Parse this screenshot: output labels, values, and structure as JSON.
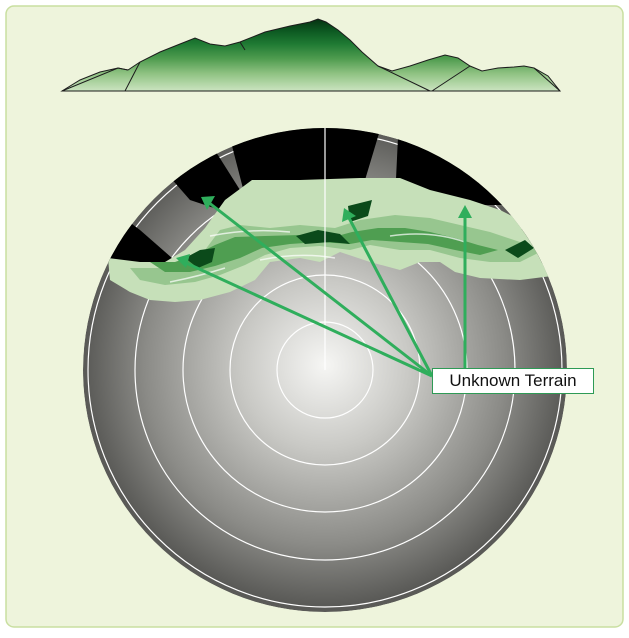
{
  "callout": {
    "label": "Unknown Terrain"
  },
  "colors": {
    "panel_background": "#eef4dc",
    "panel_border": "#c9dfa0",
    "terrain_dark": "#063f16",
    "terrain_mid": "#2f8a3c",
    "terrain_light": "#c6e0b9",
    "radar_center": "#f4f4f2",
    "radar_edge": "#5a5a57",
    "shadow": "#000000",
    "arrow": "#2fae5c"
  },
  "diagram": {
    "range_rings": 5,
    "shadow_sectors": 4,
    "arrow_count": 4
  }
}
